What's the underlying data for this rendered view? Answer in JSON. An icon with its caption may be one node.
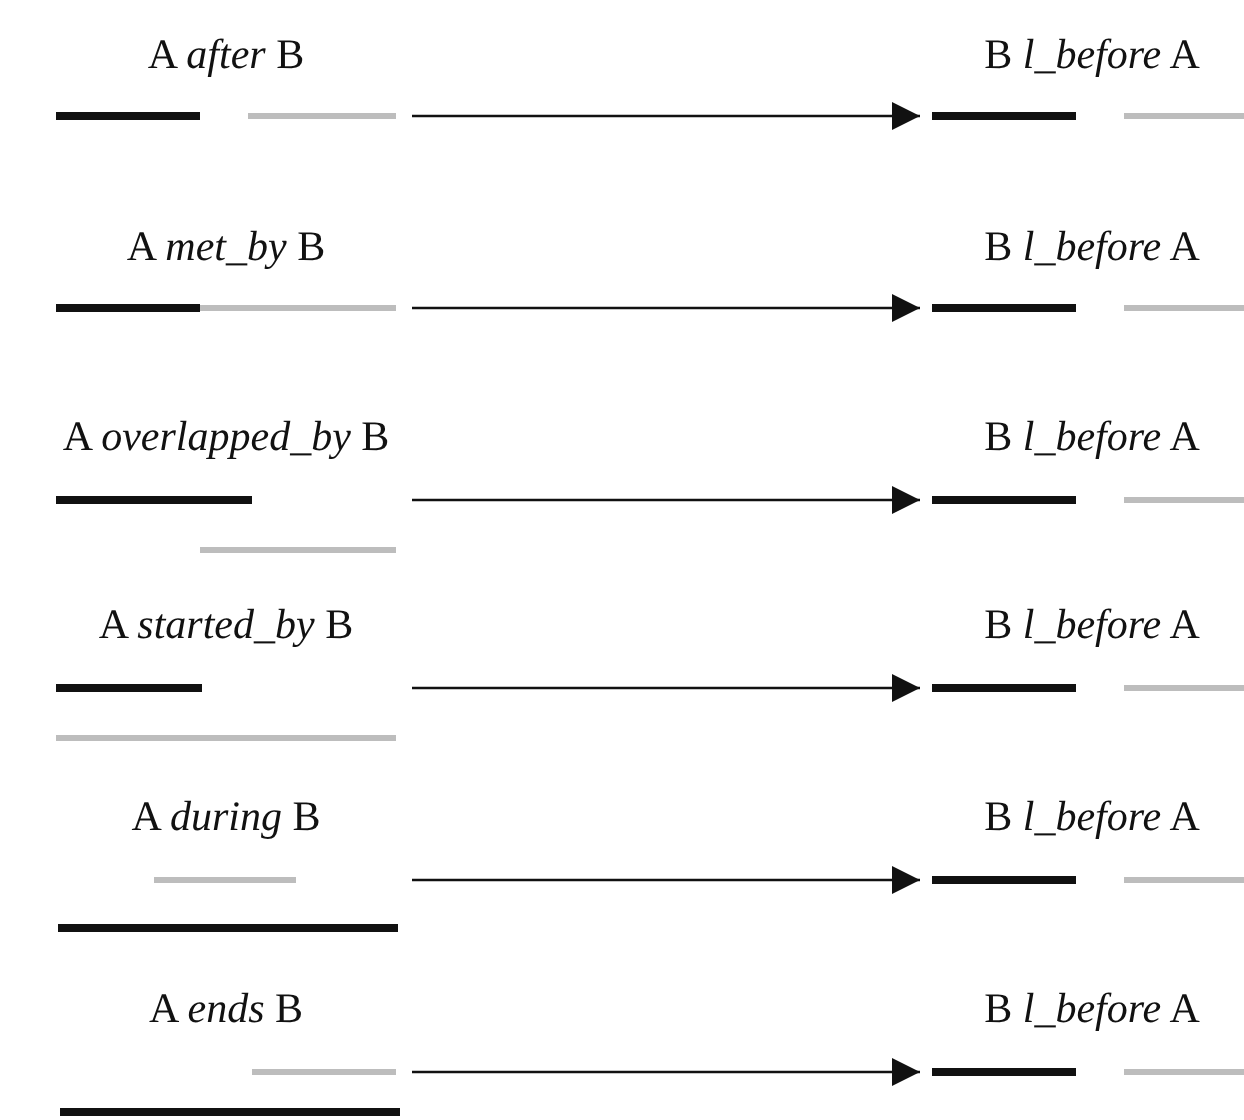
{
  "diagram": {
    "nodes": [
      {
        "text": [
          "A *after* B"
        ]
      },
      {
        "text": [
          "B *l_before* A"
        ]
      },
      {
        "text": [
          "A *met_by* B"
        ]
      },
      {
        "text": [
          "B *l_before* A"
        ]
      },
      {
        "text": [
          "A *overlapped_by* B"
        ]
      },
      {
        "text": [
          "B *l_before* A"
        ]
      },
      {
        "text": [
          "A *started_by* B"
        ]
      },
      {
        "text": [
          "B *l_before* A"
        ]
      },
      {
        "text": [
          "A *during* B"
        ]
      },
      {
        "text": [
          "B *l_before* A"
        ]
      },
      {
        "text": [
          "A *ends* B"
        ]
      },
      {
        "text": [
          "B *l_before* A"
        ]
      }
    ],
    "edges": [
      {
        "from": 0,
        "to": 1,
        "arrow": "to"
      },
      {
        "from": 2,
        "to": 3,
        "arrow": "to"
      },
      {
        "from": 4,
        "to": 5,
        "arrow": "to"
      },
      {
        "from": 6,
        "to": 7,
        "arrow": "to"
      },
      {
        "from": 8,
        "to": 9,
        "arrow": "to"
      },
      {
        "from": 10,
        "to": 11,
        "arrow": "to"
      }
    ]
  }
}
